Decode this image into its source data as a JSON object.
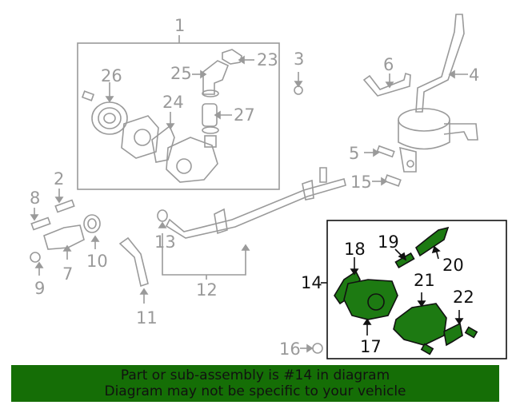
{
  "diagram": {
    "highlighted_part": "14",
    "colors": {
      "line_gray": "#9a9a9a",
      "highlight_fill": "#1d7a12",
      "highlight_line": "#111111",
      "banner_bg": "#156e06"
    },
    "callouts": [
      {
        "id": "1",
        "label": "1"
      },
      {
        "id": "2",
        "label": "2"
      },
      {
        "id": "3",
        "label": "3"
      },
      {
        "id": "4",
        "label": "4"
      },
      {
        "id": "5",
        "label": "5"
      },
      {
        "id": "6",
        "label": "6"
      },
      {
        "id": "7",
        "label": "7"
      },
      {
        "id": "8",
        "label": "8"
      },
      {
        "id": "9",
        "label": "9"
      },
      {
        "id": "10",
        "label": "10"
      },
      {
        "id": "11",
        "label": "11"
      },
      {
        "id": "12",
        "label": "12"
      },
      {
        "id": "13",
        "label": "13"
      },
      {
        "id": "14",
        "label": "14"
      },
      {
        "id": "15",
        "label": "15"
      },
      {
        "id": "16",
        "label": "16"
      },
      {
        "id": "17",
        "label": "17"
      },
      {
        "id": "18",
        "label": "18"
      },
      {
        "id": "19",
        "label": "19"
      },
      {
        "id": "20",
        "label": "20"
      },
      {
        "id": "21",
        "label": "21"
      },
      {
        "id": "22",
        "label": "22"
      },
      {
        "id": "23",
        "label": "23"
      },
      {
        "id": "24",
        "label": "24"
      },
      {
        "id": "25",
        "label": "25"
      },
      {
        "id": "26",
        "label": "26"
      },
      {
        "id": "27",
        "label": "27"
      }
    ]
  },
  "banner": {
    "line1": "Part or sub-assembly is #14 in diagram",
    "line2": "Diagram may not be specific to your vehicle"
  }
}
